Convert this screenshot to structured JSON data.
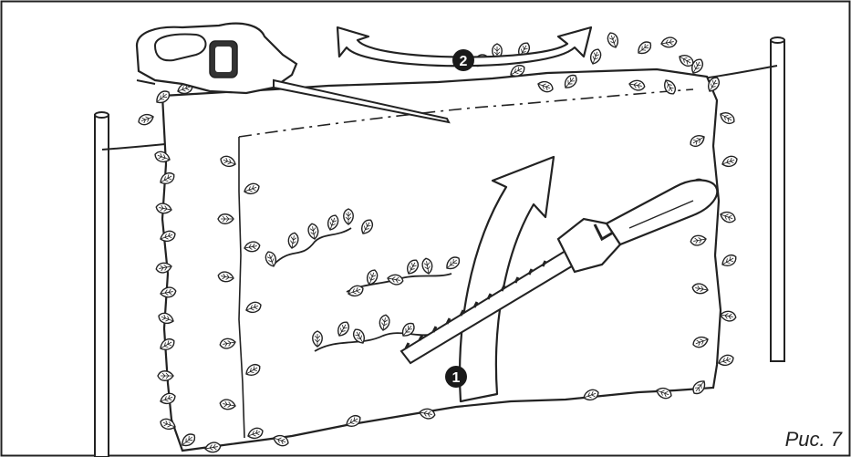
{
  "figure": {
    "caption": "Рис. 7",
    "markers": [
      {
        "number": "1"
      },
      {
        "number": "2"
      }
    ]
  }
}
